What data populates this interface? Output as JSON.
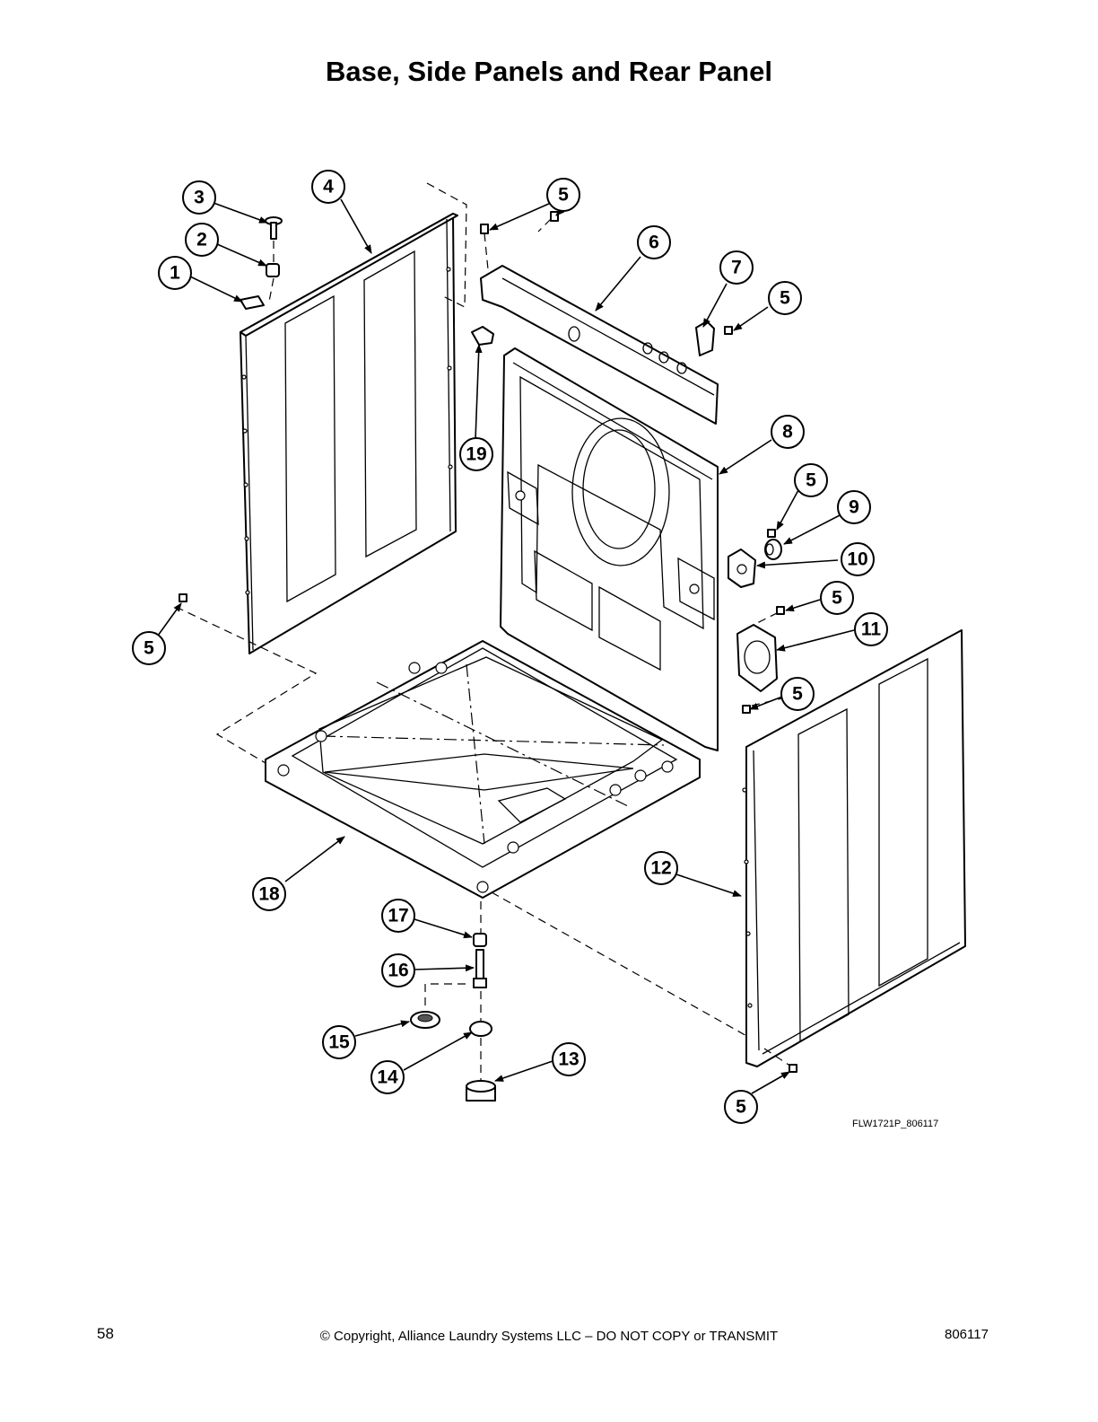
{
  "page": {
    "title": "Base, Side Panels and Rear Panel",
    "drawing_code": "FLW1721P_806117",
    "footer": {
      "page_number": "58",
      "copyright": "© Copyright, Alliance Laundry Systems LLC – DO NOT COPY or TRANSMIT",
      "document_number": "806117"
    }
  },
  "callouts": [
    {
      "id": "c3",
      "label": "3"
    },
    {
      "id": "c4",
      "label": "4"
    },
    {
      "id": "c2",
      "label": "2"
    },
    {
      "id": "c1",
      "label": "1"
    },
    {
      "id": "c5a",
      "label": "5"
    },
    {
      "id": "c6",
      "label": "6"
    },
    {
      "id": "c7",
      "label": "7"
    },
    {
      "id": "c5b",
      "label": "5"
    },
    {
      "id": "c19",
      "label": "19"
    },
    {
      "id": "c8",
      "label": "8"
    },
    {
      "id": "c5c",
      "label": "5"
    },
    {
      "id": "c9",
      "label": "9"
    },
    {
      "id": "c10",
      "label": "10"
    },
    {
      "id": "c5d",
      "label": "5"
    },
    {
      "id": "c11",
      "label": "11"
    },
    {
      "id": "c5e",
      "label": "5"
    },
    {
      "id": "c5f",
      "label": "5"
    },
    {
      "id": "c12",
      "label": "12"
    },
    {
      "id": "c18",
      "label": "18"
    },
    {
      "id": "c17",
      "label": "17"
    },
    {
      "id": "c16",
      "label": "16"
    },
    {
      "id": "c15",
      "label": "15"
    },
    {
      "id": "c14",
      "label": "14"
    },
    {
      "id": "c13",
      "label": "13"
    },
    {
      "id": "c5g",
      "label": "5"
    }
  ]
}
